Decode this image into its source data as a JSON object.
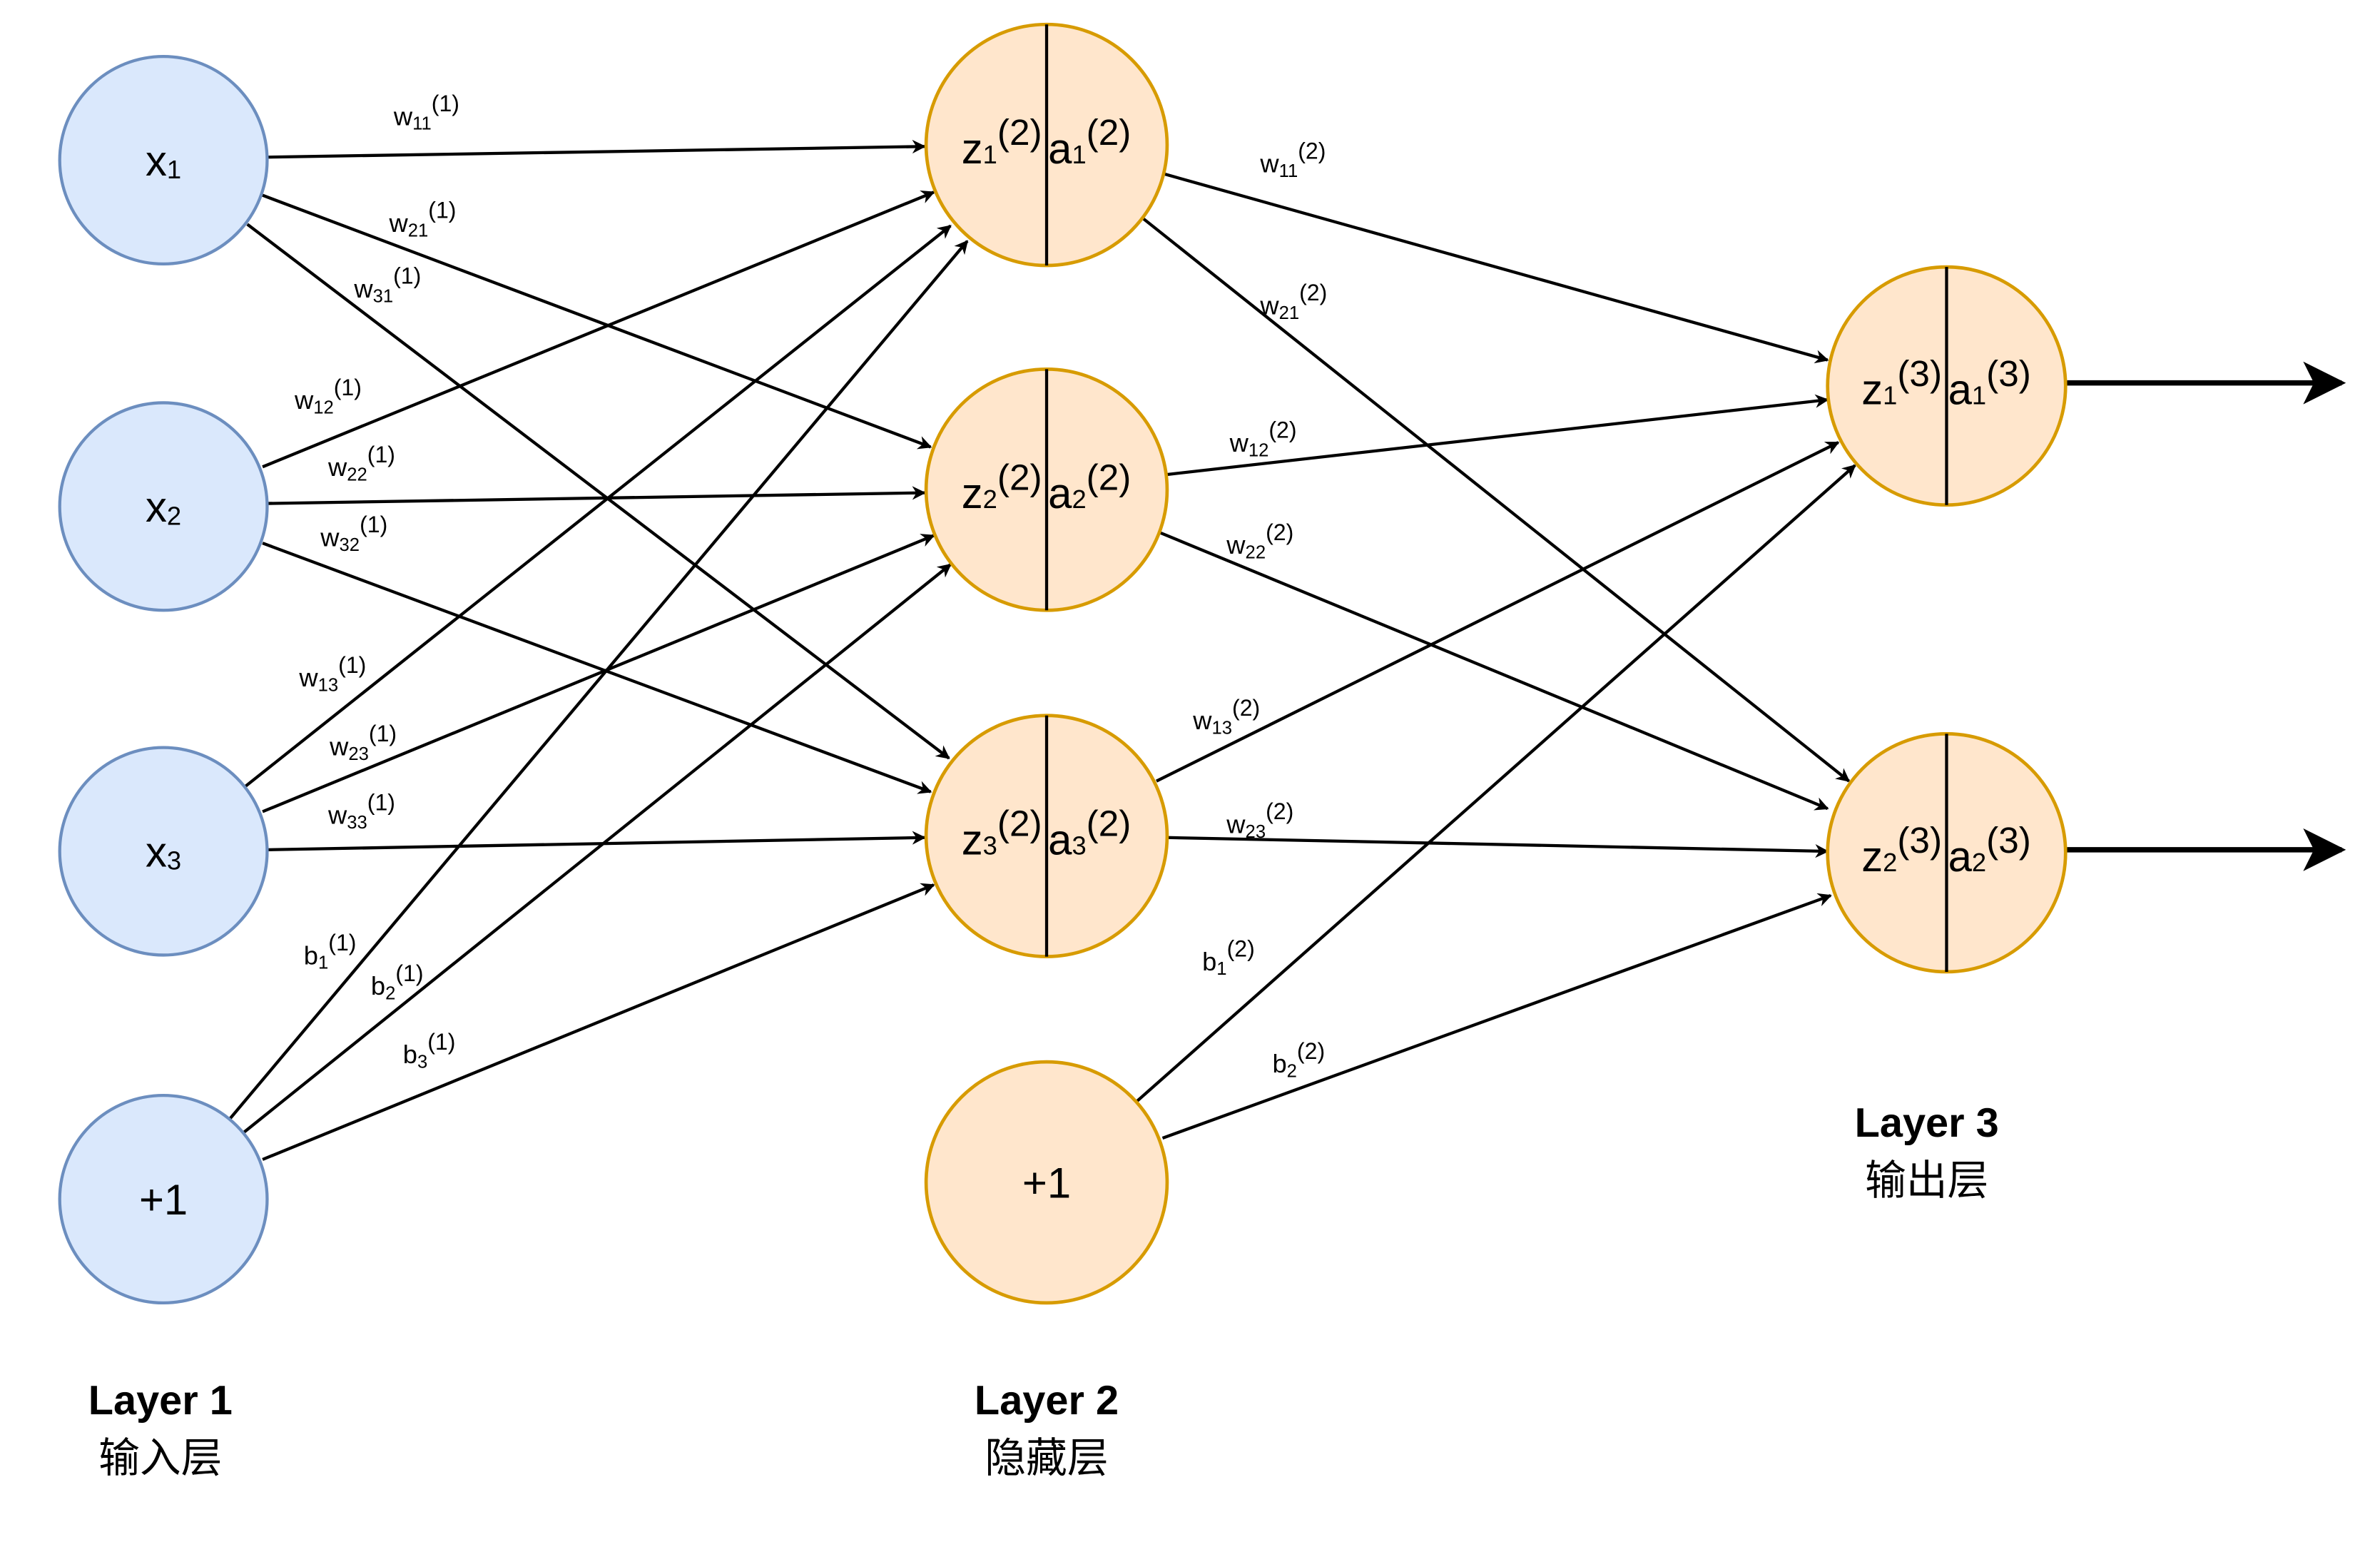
{
  "colors": {
    "input_fill": "#dae8fc",
    "input_stroke": "#6c8ebf",
    "hidden_fill": "#ffe6cc",
    "hidden_stroke": "#d79b00",
    "edge": "#000000"
  },
  "layers": [
    {
      "title": "Layer 1",
      "subtitle": "输入层"
    },
    {
      "title": "Layer 2",
      "subtitle": "隐藏层"
    },
    {
      "title": "Layer 3",
      "subtitle": "输出层"
    }
  ],
  "input_nodes": [
    {
      "base": "x",
      "sub": "1"
    },
    {
      "base": "x",
      "sub": "2"
    },
    {
      "base": "x",
      "sub": "3"
    },
    {
      "base": "+1",
      "sub": ""
    }
  ],
  "hidden_nodes": [
    {
      "z": "z",
      "a": "a",
      "sub": "1",
      "sup": "(2)"
    },
    {
      "z": "z",
      "a": "a",
      "sub": "2",
      "sup": "(2)"
    },
    {
      "z": "z",
      "a": "a",
      "sub": "3",
      "sup": "(2)"
    }
  ],
  "hidden_bias": "+1",
  "output_nodes": [
    {
      "z": "z",
      "a": "a",
      "sub": "1",
      "sup": "(3)"
    },
    {
      "z": "z",
      "a": "a",
      "sub": "2",
      "sup": "(3)"
    }
  ],
  "edge_labels": [
    {
      "base": "w",
      "sub": "11",
      "sup": "(1)"
    },
    {
      "base": "w",
      "sub": "21",
      "sup": "(1)"
    },
    {
      "base": "w",
      "sub": "31",
      "sup": "(1)"
    },
    {
      "base": "w",
      "sub": "12",
      "sup": "(1)"
    },
    {
      "base": "w",
      "sub": "22",
      "sup": "(1)"
    },
    {
      "base": "w",
      "sub": "32",
      "sup": "(1)"
    },
    {
      "base": "w",
      "sub": "13",
      "sup": "(1)"
    },
    {
      "base": "w",
      "sub": "23",
      "sup": "(1)"
    },
    {
      "base": "w",
      "sub": "33",
      "sup": "(1)"
    },
    {
      "base": "b",
      "sub": "1",
      "sup": "(1)"
    },
    {
      "base": "b",
      "sub": "2",
      "sup": "(1)"
    },
    {
      "base": "b",
      "sub": "3",
      "sup": "(1)"
    },
    {
      "base": "w",
      "sub": "11",
      "sup": "(2)"
    },
    {
      "base": "w",
      "sub": "21",
      "sup": "(2)"
    },
    {
      "base": "w",
      "sub": "12",
      "sup": "(2)"
    },
    {
      "base": "w",
      "sub": "22",
      "sup": "(2)"
    },
    {
      "base": "w",
      "sub": "13",
      "sup": "(2)"
    },
    {
      "base": "w",
      "sub": "23",
      "sup": "(2)"
    },
    {
      "base": "b",
      "sub": "1",
      "sup": "(2)"
    },
    {
      "base": "b",
      "sub": "2",
      "sup": "(2)"
    }
  ]
}
